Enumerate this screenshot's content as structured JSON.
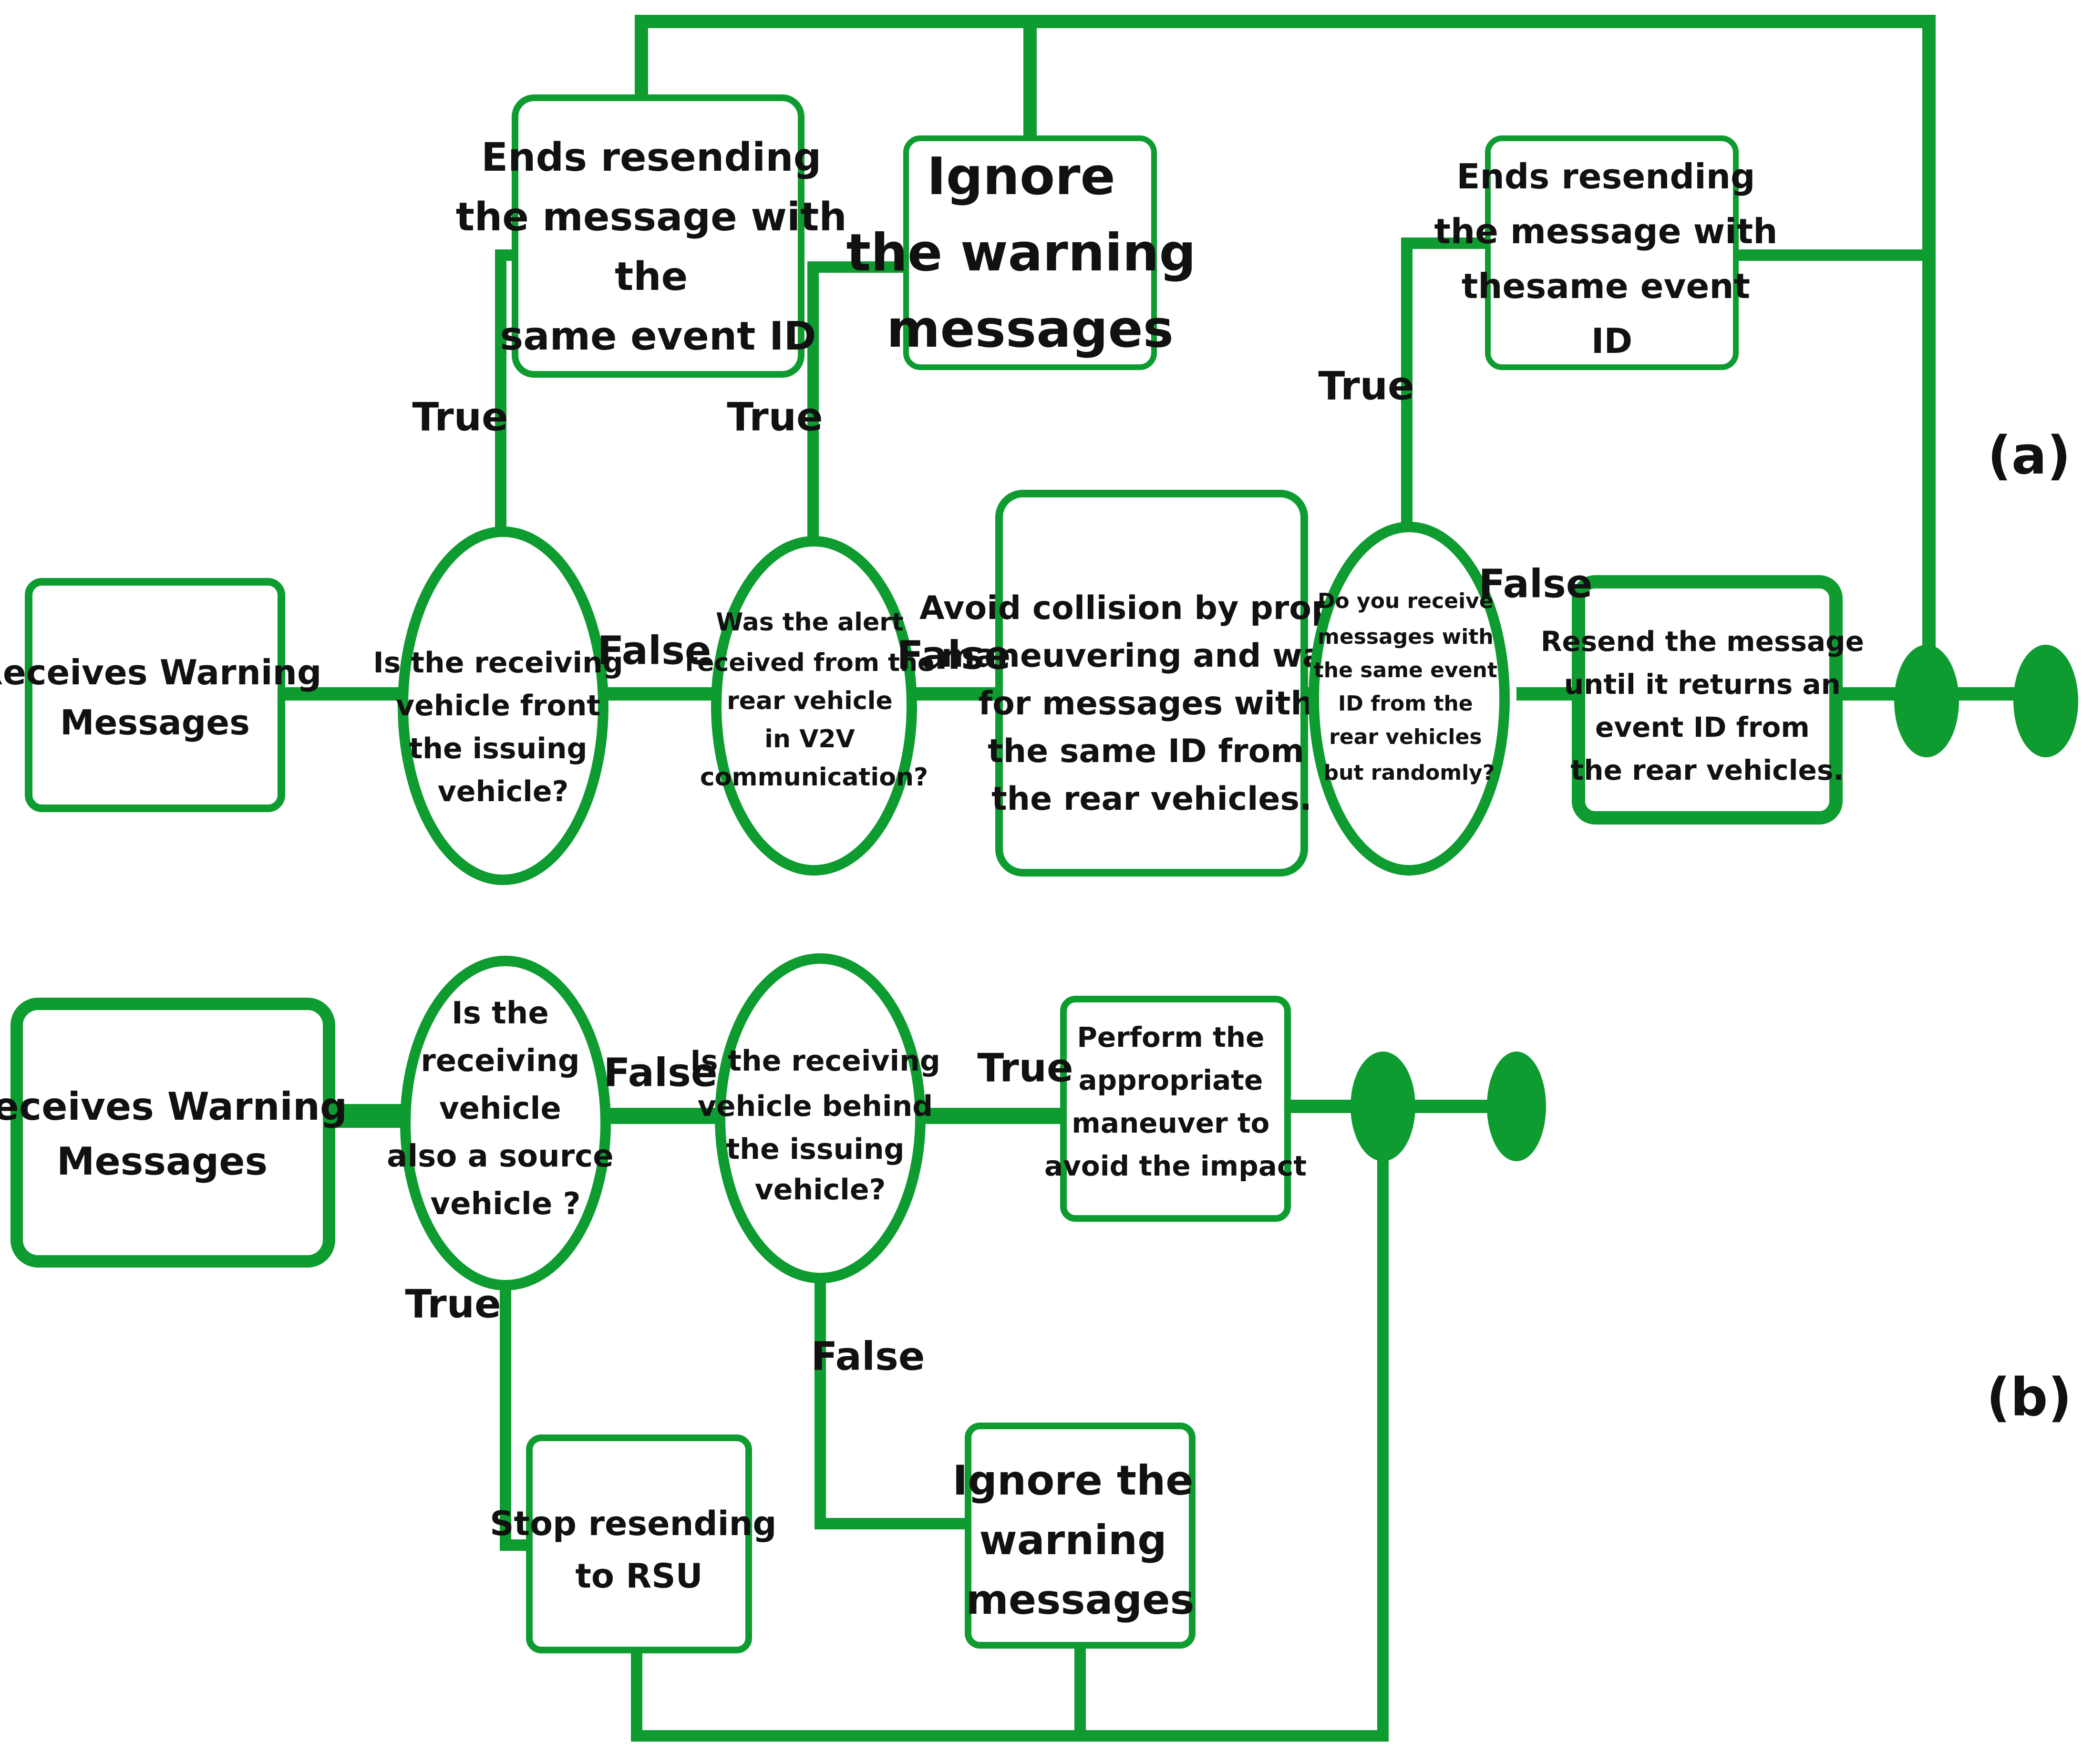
{
  "colors": {
    "accent": "#0e9b30",
    "text": "#111111",
    "background": "#ffffff"
  },
  "panel_a": {
    "label": "(a)",
    "receives": [
      "Receives Warning",
      "Messages"
    ],
    "q1": [
      "Is the receiving",
      "vehicle front",
      "the issuing",
      "vehicle?"
    ],
    "q2": [
      "Was the alert",
      "received from the",
      "rear vehicle",
      "in V2V",
      "communication?"
    ],
    "avoid": [
      "Avoid collision by proper",
      "maneuvering and wait",
      "for messages with",
      "the same ID from",
      "the rear vehicles."
    ],
    "q3": [
      "Do you receive",
      "messages with",
      "the same event",
      "ID from the",
      "rear vehicles",
      "but randomly?"
    ],
    "resend": [
      "Resend the message",
      "until it returns an",
      "event ID from",
      "the rear vehicles."
    ],
    "ends1": [
      "Ends resending",
      "the message with",
      "the",
      "same event ID"
    ],
    "ignore": [
      "Ignore",
      "the warning",
      "messages"
    ],
    "ends2": [
      "Ends resending",
      "the message with",
      "thesame event",
      "ID"
    ],
    "edges": {
      "q1_true": "True",
      "q1_false": "False",
      "q2_true": "True",
      "q2_false": "False",
      "q3_true": "True",
      "q3_false": "False"
    }
  },
  "panel_b": {
    "label": "(b)",
    "receives": [
      "Receives Warning",
      "Messages"
    ],
    "q1": [
      "Is the",
      "receiving",
      "vehicle",
      "also a source",
      "vehicle ?"
    ],
    "q2": [
      "Is the receiving",
      "vehicle behind",
      "the issuing",
      "vehicle?"
    ],
    "perform": [
      "Perform the",
      "appropriate",
      "maneuver to",
      "avoid the impact"
    ],
    "stop": [
      "Stop resending",
      "to RSU"
    ],
    "ignore": [
      "Ignore the",
      "warning",
      "messages"
    ],
    "edges": {
      "q1_false": "False",
      "q1_true": "True",
      "q2_true": "True",
      "q2_false": "False"
    }
  }
}
